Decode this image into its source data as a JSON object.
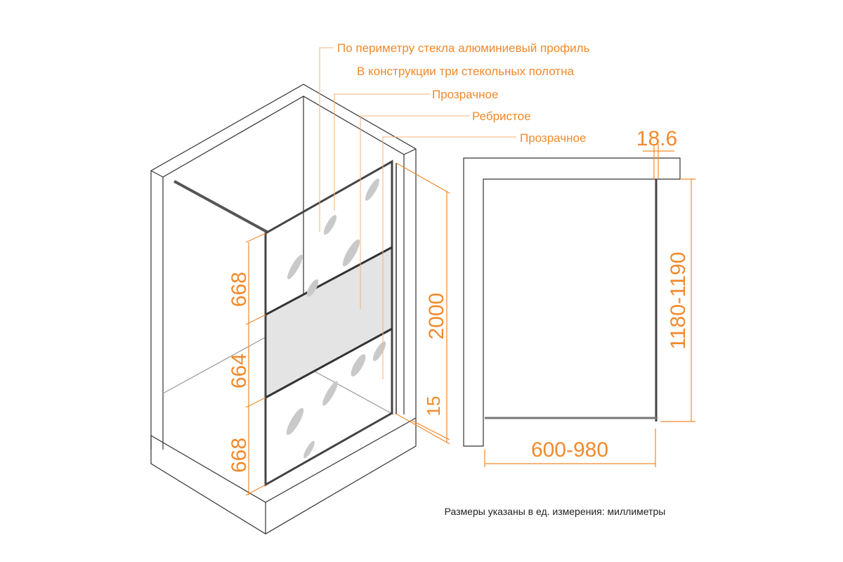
{
  "callouts": {
    "profile": "По периметру стекла алюминиевый профиль",
    "three_panels": "В конструкции три стекольных полотна",
    "panel_top": "Прозрачное",
    "panel_middle": "Ребристое",
    "panel_bottom": "Прозрачное"
  },
  "dimensions": {
    "panel_top_height": "668",
    "panel_middle_height": "664",
    "panel_bottom_height": "668",
    "total_height": "2000",
    "floor_gap": "15",
    "profile_width": "18.6",
    "plan_depth": "1180-1190",
    "plan_width": "600-980"
  },
  "footnote": "Размеры указаны в ед. измерения: миллиметры",
  "colors": {
    "accent": "#f08a2c",
    "lines": "#333333"
  }
}
